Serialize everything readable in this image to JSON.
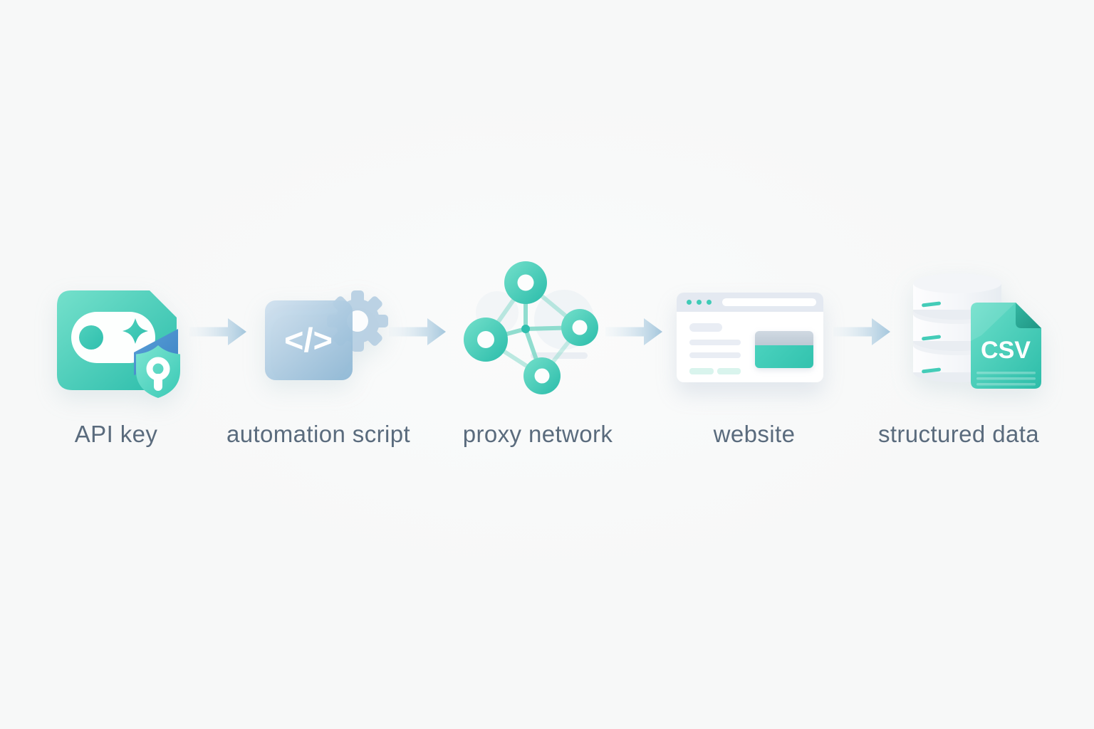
{
  "canvas": {
    "background": "#f7f8f8"
  },
  "palette": {
    "teal": "#34c3b0",
    "teal_light": "#74e0cb",
    "steel_blue": "#8bb5d3",
    "accent_blue": "#4a94d0",
    "arrow_blue": "#a5c7dd",
    "label_text": "#5a6b7d",
    "browser_bar": "#e4e9f1"
  },
  "pipeline": {
    "stages": [
      {
        "id": "api-key",
        "label": "API key",
        "icon": "api-key-card-with-shield-icon"
      },
      {
        "id": "automation-script",
        "label": "automation script",
        "icon": "code-block-with-gear-icon",
        "code_glyph": "</>"
      },
      {
        "id": "proxy-network",
        "label": "proxy network",
        "icon": "network-nodes-icon"
      },
      {
        "id": "website",
        "label": "website",
        "icon": "browser-window-icon"
      },
      {
        "id": "structured-data",
        "label": "structured data",
        "icon": "database-with-file-icon",
        "file_type": "CSV"
      }
    ],
    "connector": "right-arrow"
  }
}
